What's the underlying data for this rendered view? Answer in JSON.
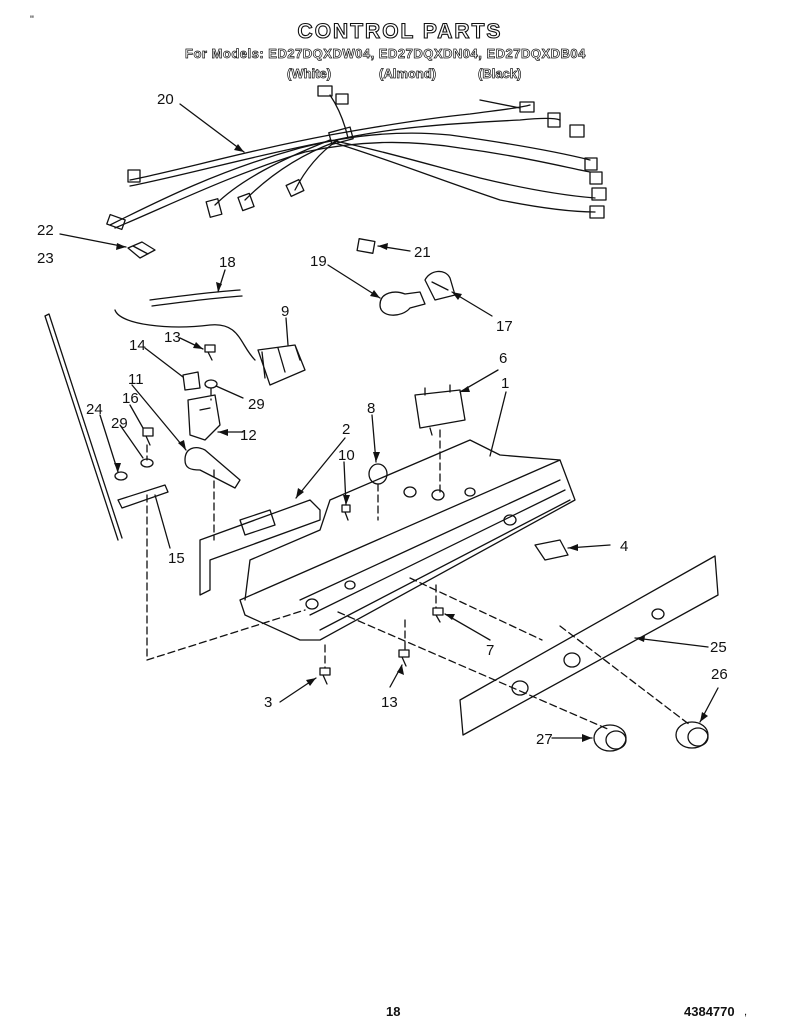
{
  "header": {
    "title": "CONTROL PARTS",
    "models": "For Models: ED27DQXDW04, ED27DQXDN04, ED27DQXDB04",
    "finishes": [
      "(White)",
      "(Almond)",
      "(Black)"
    ]
  },
  "callouts": [
    "20",
    "22",
    "23",
    "18",
    "19",
    "21",
    "17",
    "9",
    "13",
    "14",
    "29",
    "11",
    "12",
    "24",
    "16",
    "29",
    "15",
    "2",
    "10",
    "8",
    "6",
    "1",
    "4",
    "7",
    "25",
    "3",
    "13",
    "26",
    "27"
  ],
  "footer": {
    "page_number": "18",
    "part_number": "4384770"
  },
  "marks": {
    "corner": "\"",
    "tail": ","
  }
}
